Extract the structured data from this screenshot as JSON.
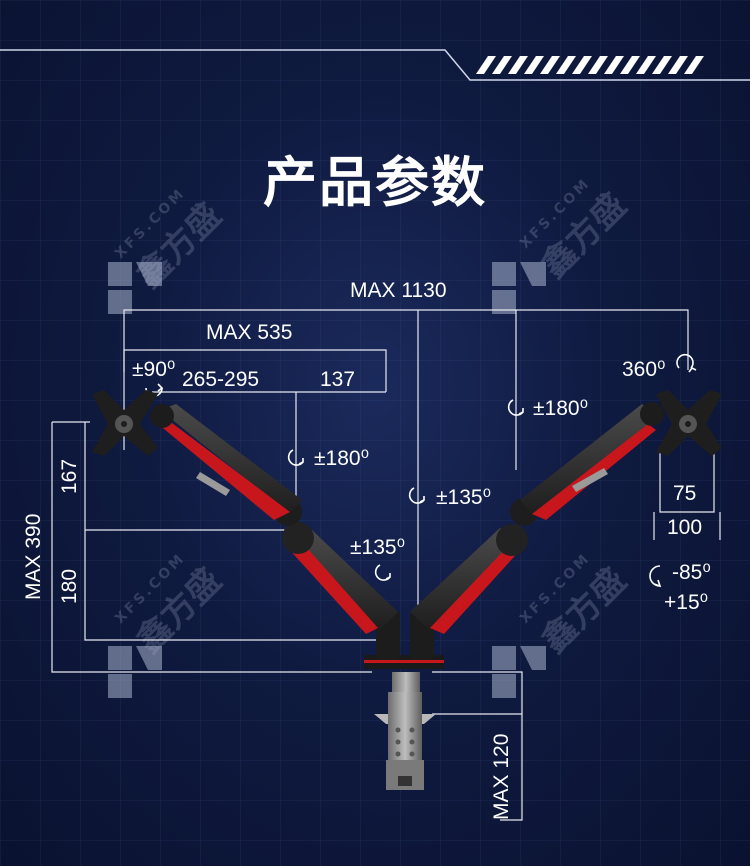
{
  "header": {
    "title": "产品参数"
  },
  "dimensions": {
    "total_width": "MAX 1130",
    "arm_reach": "MAX 535",
    "segment_a": "265-295",
    "segment_b": "137",
    "height_total": "MAX 390",
    "height_upper": "167",
    "height_lower": "180",
    "clamp_thickness": "MAX 120",
    "vesa_small": "75",
    "vesa_large": "100"
  },
  "rotations": {
    "head_tilt_left": "±90⁰",
    "head_rotate_right": "360⁰",
    "upper_arm_left": "±180⁰",
    "upper_arm_right": "±180⁰",
    "lower_arm_left": "±135⁰",
    "center_pole": "±135⁰",
    "tilt_down": "-85⁰",
    "tilt_up": "+15⁰"
  },
  "watermark": {
    "brand": "鑫方盛",
    "site": "XFS.COM"
  },
  "colors": {
    "background": "#0f1a40",
    "arm_red": "#c8161d",
    "arm_dark": "#2a2a2a",
    "lines": "#e6e8f0"
  }
}
